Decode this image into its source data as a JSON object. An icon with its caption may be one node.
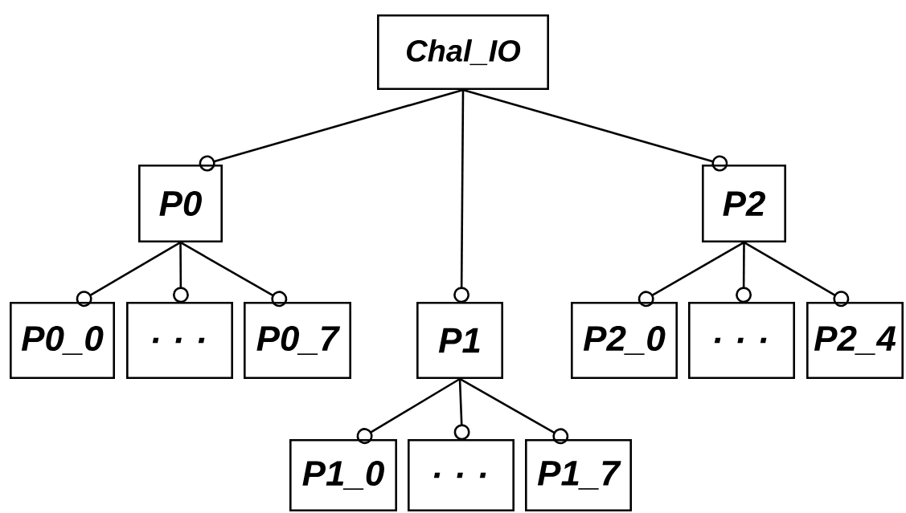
{
  "diagram": {
    "nodes": [
      {
        "text": [
          "Chal_IO"
        ]
      },
      {
        "text": [
          "P0"
        ]
      },
      {
        "text": [
          "P2"
        ]
      },
      {
        "text": [
          "P0_0"
        ]
      },
      {
        "text": [
          ". . ."
        ]
      },
      {
        "text": [
          "P0_7"
        ]
      },
      {
        "text": [
          "P1"
        ]
      },
      {
        "text": [
          "P2_0"
        ]
      },
      {
        "text": [
          ". . ."
        ]
      },
      {
        "text": [
          "P2_4"
        ]
      },
      {
        "text": [
          "P1_0"
        ]
      },
      {
        "text": [
          ". . ."
        ]
      },
      {
        "text": [
          "P1_7"
        ]
      }
    ],
    "edges": [
      {
        "from": 0,
        "to": 1,
        "arrow": "other"
      },
      {
        "from": 0,
        "to": 6,
        "arrow": "other"
      },
      {
        "from": 0,
        "to": 2,
        "arrow": "other"
      },
      {
        "from": 1,
        "to": 3,
        "arrow": "other"
      },
      {
        "from": 1,
        "to": 4,
        "arrow": "other"
      },
      {
        "from": 1,
        "to": 5,
        "arrow": "other"
      },
      {
        "from": 2,
        "to": 7,
        "arrow": "other"
      },
      {
        "from": 2,
        "to": 8,
        "arrow": "other"
      },
      {
        "from": 2,
        "to": 9,
        "arrow": "other"
      },
      {
        "from": 6,
        "to": 10,
        "arrow": "other"
      },
      {
        "from": 6,
        "to": 11,
        "arrow": "other"
      },
      {
        "from": 6,
        "to": 12,
        "arrow": "other"
      }
    ]
  }
}
